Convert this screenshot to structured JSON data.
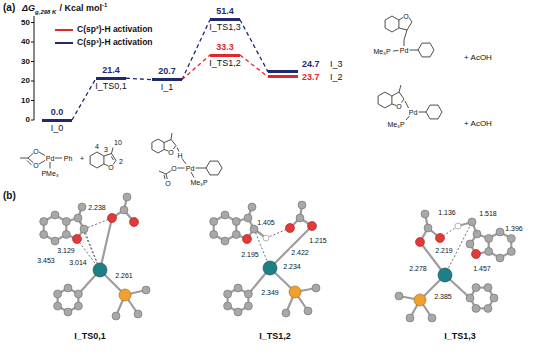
{
  "diagram": {
    "nodes": [
      {
        "text": [
          "I_0",
          "0.0"
        ]
      },
      {
        "text": [
          "I_TS0,1",
          "21.4"
        ]
      },
      {
        "text": [
          "I_1",
          "20.7"
        ]
      },
      {
        "text": [
          "I_TS1,3",
          "51.4"
        ]
      },
      {
        "text": [
          "I_TS1,2",
          "33.3"
        ]
      },
      {
        "text": [
          "I_3",
          "24.7"
        ]
      },
      {
        "text": [
          "I_2",
          "23.7"
        ]
      }
    ],
    "edges": [
      {
        "from": 0,
        "to": 1,
        "arrow": "none"
      },
      {
        "from": 1,
        "to": 2,
        "arrow": "none"
      },
      {
        "from": 2,
        "to": 3,
        "arrow": "none"
      },
      {
        "from": 3,
        "to": 5,
        "arrow": "none"
      },
      {
        "from": 2,
        "to": 4,
        "arrow": "none"
      },
      {
        "from": 4,
        "to": 6,
        "arrow": "none"
      }
    ],
    "labels": [
      "(a)",
      "ΔG",
      "g,298 K",
      "/ Kcal mol",
      "-1",
      "50",
      "40",
      "30",
      "20",
      "10",
      "0",
      "O",
      "O",
      "Pd",
      "Ph",
      "PMe₃",
      "+",
      "O",
      "10",
      "3",
      "4",
      "2",
      "O",
      "H",
      "O",
      "O",
      "Pd",
      "Me₃P",
      "O",
      "Pd",
      "Me₃P",
      "+ AcOH",
      "O",
      "Pd",
      "Me₃P",
      "+ AcOH",
      "(b)",
      "2.238",
      "3.129",
      "3.014",
      "3.453",
      "2.261",
      "I_TS0,1",
      "1.405",
      "1.215",
      "2.422",
      "2.195",
      "2.234",
      "2.349",
      "I_TS1,2",
      "1.518",
      "1.396",
      "1.136",
      "1.457",
      "2.278",
      "2.219",
      "2.385",
      "I_TS1,3"
    ],
    "legend": [
      {
        "text": "C(sp²)-H activation",
        "color": "#e3262b"
      },
      {
        "text": "C(sp³)-H activation",
        "color": "#1f2a6e"
      }
    ]
  }
}
